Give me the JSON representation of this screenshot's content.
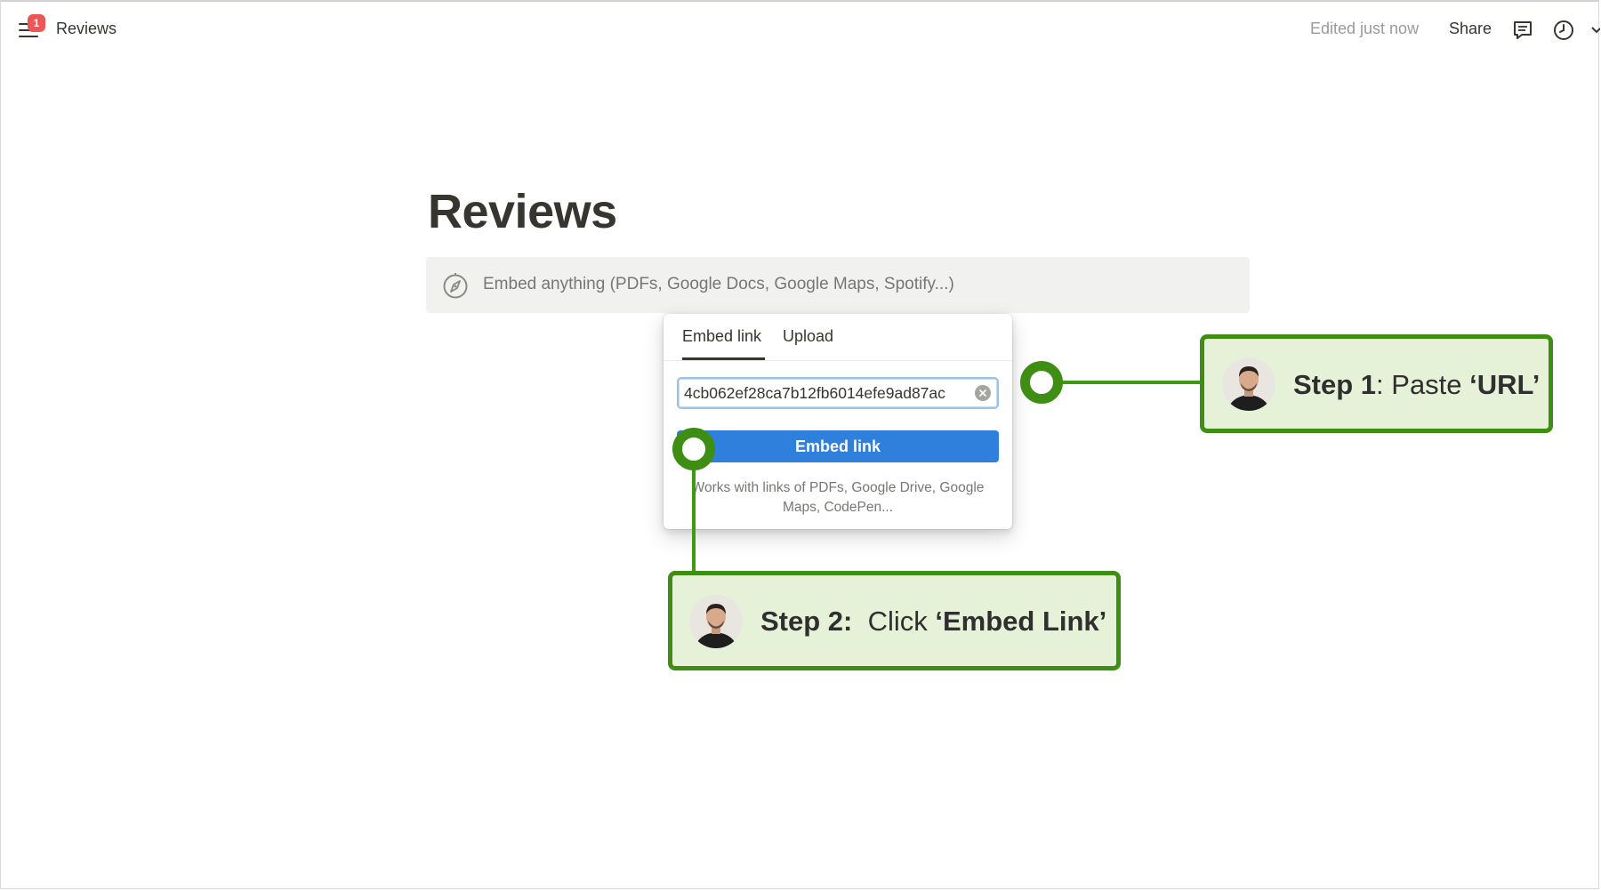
{
  "topbar": {
    "notification_count": "1",
    "page_name": "Reviews",
    "edited_status": "Edited just now",
    "share_label": "Share",
    "icons": [
      "menu-icon",
      "comment-icon",
      "clock-icon",
      "chevron-icon"
    ]
  },
  "page": {
    "title": "Reviews",
    "embed_placeholder": "Embed anything (PDFs, Google Docs, Google Maps, Spotify...)"
  },
  "popover": {
    "tabs": [
      {
        "label": "Embed link",
        "active": true
      },
      {
        "label": "Upload",
        "active": false
      }
    ],
    "url_value": "4cb062ef28ca7b12fb6014efe9ad87ac",
    "embed_button_label": "Embed link",
    "helper_text": "Works with links of PDFs, Google Drive, Google Maps, CodePen..."
  },
  "annotations": {
    "step1": {
      "label": "Step 1",
      "separator": ":",
      "action": " Paste ",
      "target": "‘URL’"
    },
    "step2": {
      "label": "Step 2:",
      "action": "  Click ",
      "target": "‘Embed Link’"
    },
    "accent_color": "#3e8e14",
    "callout_fill": "#e6f2d7"
  },
  "colors": {
    "primary_button": "#2f7fdd",
    "badge": "#eb5757",
    "text": "#37352f",
    "muted_text": "#787774"
  }
}
